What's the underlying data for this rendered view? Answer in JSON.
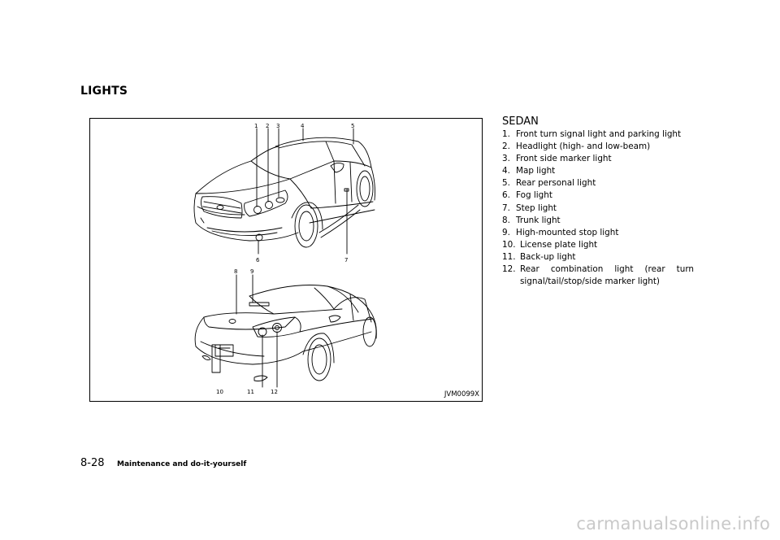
{
  "section_title": "LIGHTS",
  "figure": {
    "code": "JVM0099X",
    "callouts_front": [
      "1",
      "2",
      "3",
      "4",
      "5",
      "6",
      "7"
    ],
    "callouts_rear": [
      "8",
      "9",
      "10",
      "11",
      "12"
    ]
  },
  "subheading": "SEDAN",
  "items": [
    {
      "num": "1.",
      "text": "Front turn signal light and parking light"
    },
    {
      "num": "2.",
      "text": "Headlight (high- and low-beam)"
    },
    {
      "num": "3.",
      "text": "Front side marker light"
    },
    {
      "num": "4.",
      "text": "Map light"
    },
    {
      "num": "5.",
      "text": "Rear personal light"
    },
    {
      "num": "6.",
      "text": "Fog light"
    },
    {
      "num": "7.",
      "text": "Step light"
    },
    {
      "num": "8.",
      "text": "Trunk light"
    },
    {
      "num": "9.",
      "text": "High-mounted stop light"
    },
    {
      "num": "10.",
      "text": "License plate light"
    },
    {
      "num": "11.",
      "text": "Back-up light"
    },
    {
      "num": "12.",
      "text": "Rear combination light (rear turn signal/tail/stop/side marker light)"
    }
  ],
  "footer": {
    "page": "8-28",
    "chapter": "Maintenance and do-it-yourself"
  },
  "watermark": "carmanualsonline.info"
}
